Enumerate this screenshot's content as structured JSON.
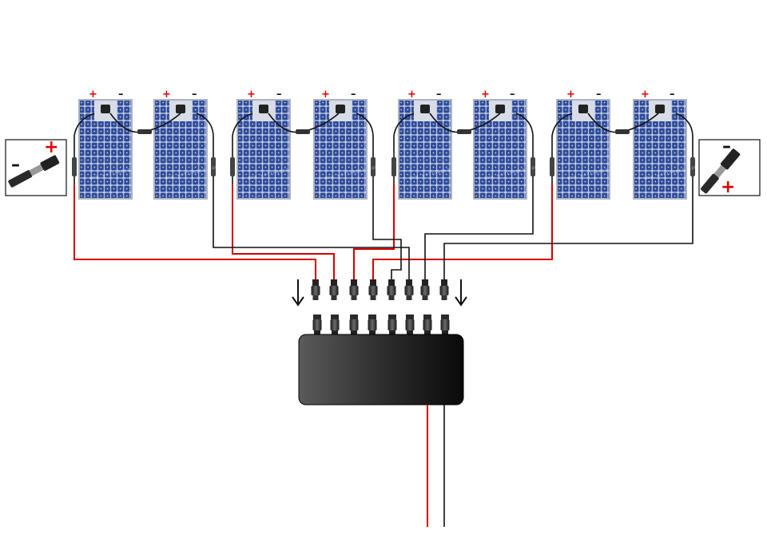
{
  "diagram": {
    "panel_count": 8,
    "panel_pairs": 4,
    "panel_terminal_labels": {
      "positive": "+",
      "negative": "–"
    },
    "left_connector_labels": {
      "negative": "–",
      "positive": "+"
    },
    "right_connector_labels": {
      "negative": "–",
      "positive": "+"
    },
    "watermark_text": "WWW.WATTUNEED.COM",
    "colors": {
      "positive_wire": "#d40000",
      "negative_wire": "#111111",
      "panel_cell": "#2f4f9e",
      "panel_frame": "#b8bcc4",
      "combiner_box": "#1a1a1a"
    },
    "icons": [
      "solar-panel-icon",
      "mc4-connector-icon",
      "arrow-down-icon",
      "combiner-box-icon"
    ]
  }
}
